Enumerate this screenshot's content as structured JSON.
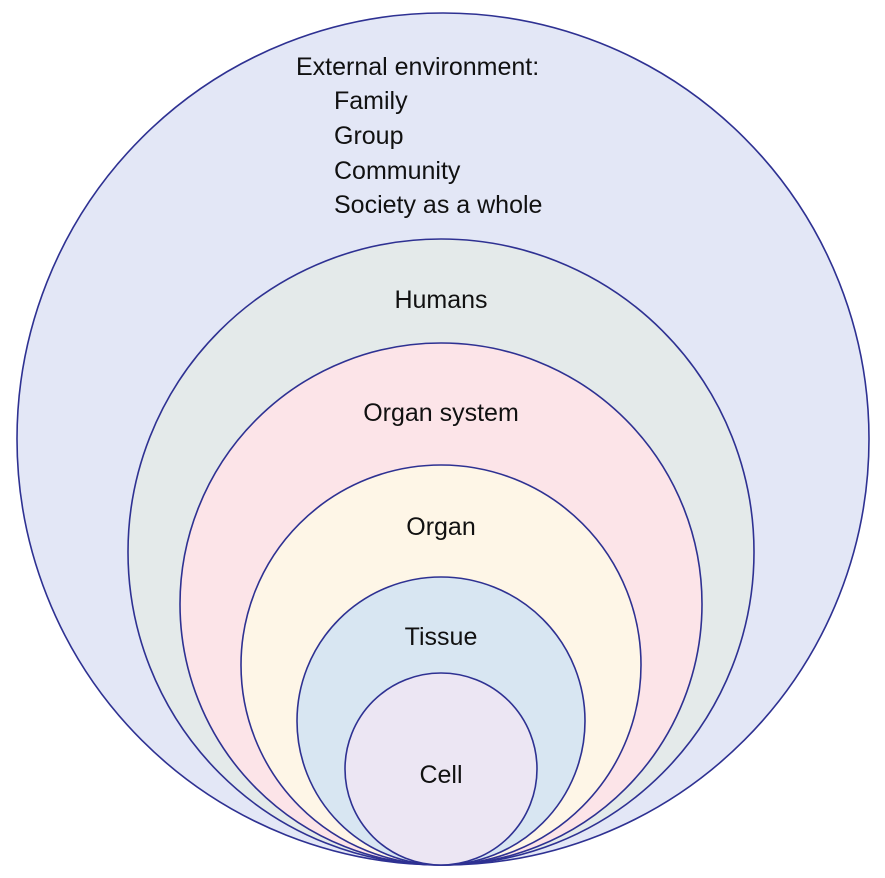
{
  "diagram": {
    "levels": [
      {
        "label": "External environment:",
        "items": [
          "Family",
          "Group",
          "Community",
          "Society as a whole"
        ],
        "color": "#e3e7f6"
      },
      {
        "label": "Humans",
        "color": "#e4eaea"
      },
      {
        "label": "Organ system",
        "color": "#fce4e8"
      },
      {
        "label": "Organ",
        "color": "#fef6e7"
      },
      {
        "label": "Tissue",
        "color": "#d8e6f2"
      },
      {
        "label": "Cell",
        "color": "#ece6f3"
      }
    ],
    "outline_color": "#2e3192"
  }
}
